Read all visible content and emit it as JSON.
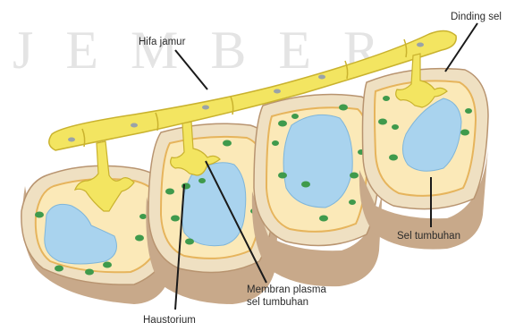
{
  "watermark": "JEMBER",
  "labels": {
    "hifa_jamur": "Hifa jamur",
    "dinding_sel": "Dinding sel",
    "sel_tumbuhan": "Sel tumbuhan",
    "membran_line1": "Membran plasma",
    "membran_line2": "sel tumbuhan",
    "haustorium": "Haustorium"
  },
  "colors": {
    "cell_wall_top": "#efe0c2",
    "cell_wall_side": "#c8a98a",
    "cytoplasm": "#fbe9b8",
    "membrane": "#e6b45c",
    "vacuole": "#a9d3ee",
    "chloroplast": "#3f9a4c",
    "hypha": "#f3e561",
    "hypha_outline": "#c9b22e",
    "hypha_nucleus": "#9aa3a8",
    "leader": "#1a1a1a"
  }
}
